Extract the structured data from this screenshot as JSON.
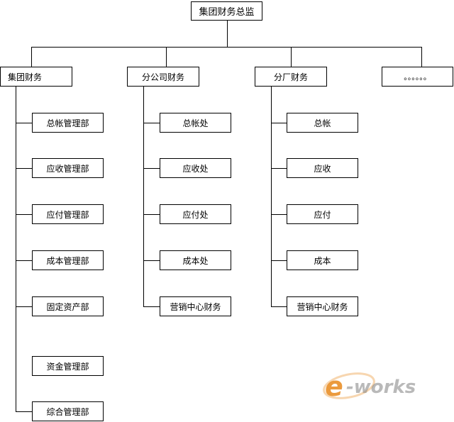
{
  "root": {
    "label": "集团财务总监"
  },
  "branches": [
    {
      "label": "集团财务",
      "children": [
        "总帐管理部",
        "应收管理部",
        "应付管理部",
        "成本管理部",
        "固定资产部",
        "资金管理部",
        "综合管理部"
      ]
    },
    {
      "label": "分公司财务",
      "children": [
        "总帐处",
        "应收处",
        "应付处",
        "成本处",
        "营销中心财务"
      ]
    },
    {
      "label": "分厂财务",
      "children": [
        "总帐",
        "应收",
        "应付",
        "成本",
        "营销中心财务"
      ]
    },
    {
      "label": "。。。。。。",
      "children": []
    }
  ],
  "watermark": {
    "text": "e-works"
  },
  "colors": {
    "line": "#000000",
    "box_border": "#000000",
    "watermark_orange": "#e8891c",
    "watermark_gray": "#8c8c8c"
  }
}
